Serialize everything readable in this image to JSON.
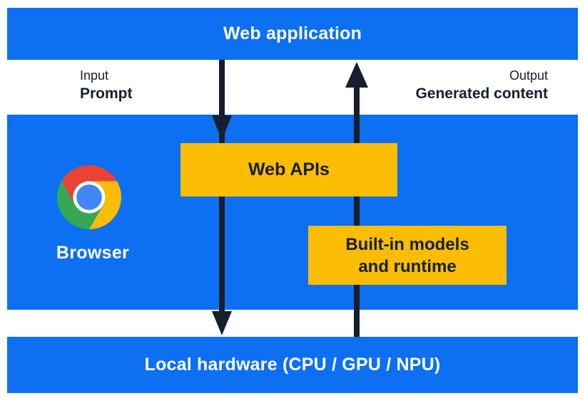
{
  "diagram": {
    "top_bar": {
      "label": "Web application"
    },
    "flow": {
      "input_title": "Input",
      "input_value": "Prompt",
      "output_title": "Output",
      "output_value": "Generated content"
    },
    "browser_panel": {
      "browser_label": "Browser",
      "web_apis_label": "Web APIs",
      "builtin_lines": [
        "Built-in models",
        "and runtime"
      ]
    },
    "bottom_bar": {
      "label": "Local hardware (CPU / GPU / NPU)"
    },
    "icons": {
      "chrome_logo": "chrome-browser-logo"
    },
    "colors": {
      "panel_blue": "#0d6ff2",
      "box_yellow": "#fbbc04",
      "ink_navy": "#161f2e",
      "text_white": "#ffffff",
      "chrome_red": "#EA4335",
      "chrome_yellow": "#FBBC05",
      "chrome_green": "#34A853",
      "chrome_blue": "#4285F4"
    }
  }
}
